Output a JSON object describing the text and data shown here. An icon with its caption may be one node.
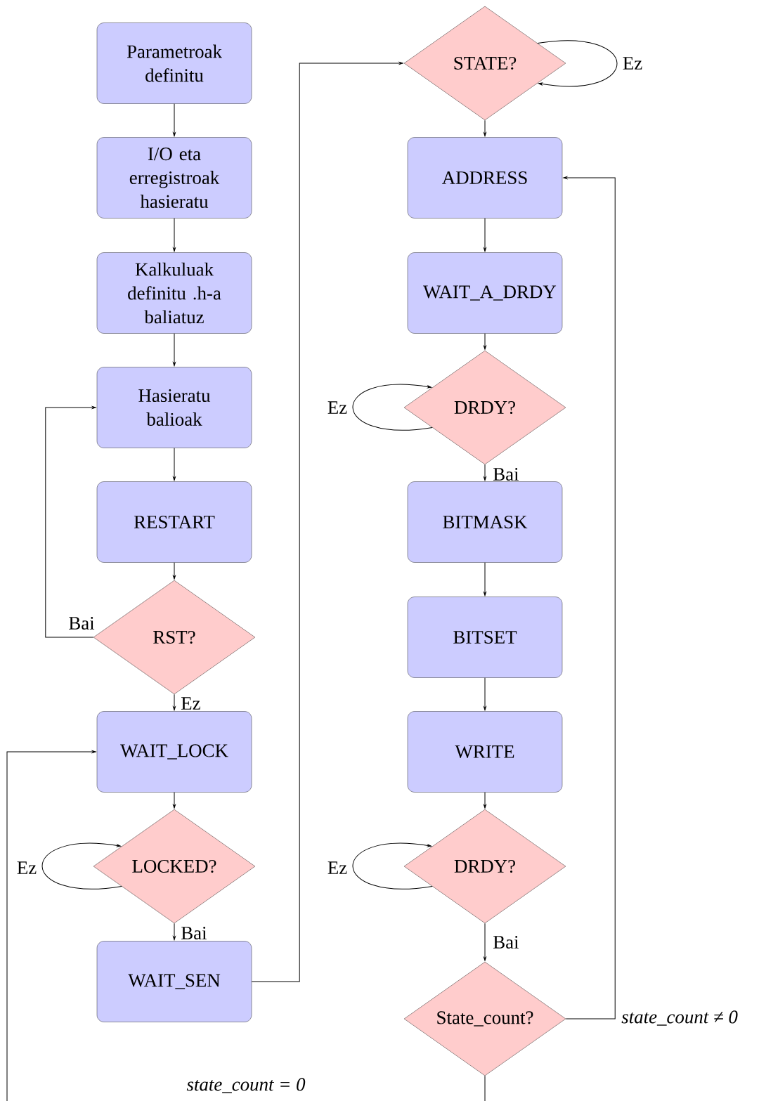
{
  "diagram": {
    "nodes": [
      {
        "text": [
          "Parametroak definitu"
        ]
      },
      {
        "text": [
          "I/O eta erregistroak hasieratu"
        ]
      },
      {
        "text": [
          "Kalkuluak definitu .h-a baliatuz"
        ]
      },
      {
        "text": [
          "Hasieratu balioak"
        ]
      },
      {
        "text": [
          "RESTART"
        ]
      },
      {
        "text": [
          "RST?"
        ]
      },
      {
        "text": [
          "WAIT_LOCK"
        ]
      },
      {
        "text": [
          "LOCKED?"
        ]
      },
      {
        "text": [
          "WAIT_SEN"
        ]
      },
      {
        "text": [
          "STATE?"
        ]
      },
      {
        "text": [
          "ADDRESS"
        ]
      },
      {
        "text": [
          "WAIT_A_DRDY"
        ]
      },
      {
        "text": [
          "DRDY?"
        ]
      },
      {
        "text": [
          "BITMASK"
        ]
      },
      {
        "text": [
          "BITSET"
        ]
      },
      {
        "text": [
          "WRITE"
        ]
      },
      {
        "text": [
          "DRDY?"
        ]
      },
      {
        "text": [
          "State_count?"
        ]
      }
    ],
    "edges": [
      {
        "from": 0,
        "to": 1,
        "arrow": "to"
      },
      {
        "from": 1,
        "to": 2,
        "arrow": "to"
      },
      {
        "from": 2,
        "to": 3,
        "arrow": "to"
      },
      {
        "from": 3,
        "to": 4,
        "arrow": "to"
      },
      {
        "from": 4,
        "to": 5,
        "arrow": "to"
      },
      {
        "from": 5,
        "to": 3,
        "arrow": "to",
        "label": "Bai"
      },
      {
        "from": 5,
        "to": 6,
        "arrow": "to",
        "label": "Ez"
      },
      {
        "from": 6,
        "to": 7,
        "arrow": "to"
      },
      {
        "from": 7,
        "to": 7,
        "arrow": "to",
        "label": "Ez"
      },
      {
        "from": 7,
        "to": 8,
        "arrow": "to",
        "label": "Bai"
      },
      {
        "from": 8,
        "to": 9,
        "arrow": "to"
      },
      {
        "from": 9,
        "to": 9,
        "arrow": "to",
        "label": "Ez"
      },
      {
        "from": 9,
        "to": 10,
        "arrow": "to"
      },
      {
        "from": 10,
        "to": 11,
        "arrow": "to"
      },
      {
        "from": 11,
        "to": 12,
        "arrow": "to"
      },
      {
        "from": 12,
        "to": 12,
        "arrow": "to",
        "label": "Ez"
      },
      {
        "from": 12,
        "to": 13,
        "arrow": "to",
        "label": "Bai"
      },
      {
        "from": 13,
        "to": 14,
        "arrow": "to"
      },
      {
        "from": 14,
        "to": 15,
        "arrow": "to"
      },
      {
        "from": 15,
        "to": 16,
        "arrow": "to"
      },
      {
        "from": 16,
        "to": 16,
        "arrow": "to",
        "label": "Ez"
      },
      {
        "from": 16,
        "to": 17,
        "arrow": "to",
        "label": "Bai"
      },
      {
        "from": 17,
        "to": 10,
        "arrow": "to",
        "label": "state_count ≠ 0"
      },
      {
        "from": 17,
        "to": 6,
        "arrow": "to",
        "label": "state_count = 0"
      }
    ]
  }
}
